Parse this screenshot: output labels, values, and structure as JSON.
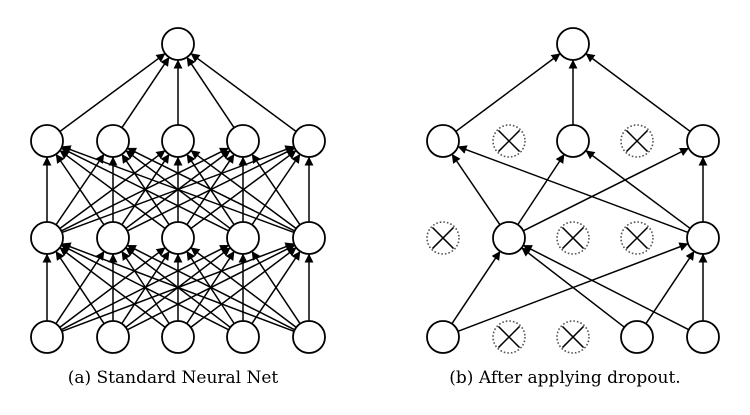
{
  "captions": {
    "standard": "(a) Standard Neural Net",
    "dropout": "(b) After applying dropout."
  },
  "networks": [
    {
      "id": "standard",
      "layers": [
        {
          "units": 5,
          "dropped": []
        },
        {
          "units": 5,
          "dropped": []
        },
        {
          "units": 5,
          "dropped": []
        },
        {
          "units": 1,
          "dropped": []
        }
      ],
      "connections": "full"
    },
    {
      "id": "dropout",
      "layers": [
        {
          "units": 5,
          "dropped": [
            1,
            2
          ]
        },
        {
          "units": 5,
          "dropped": [
            0,
            2,
            3
          ]
        },
        {
          "units": 5,
          "dropped": [
            1,
            3
          ]
        },
        {
          "units": 1,
          "dropped": []
        }
      ],
      "connections": "full-among-kept"
    }
  ],
  "colors": {
    "stroke": "#000000",
    "dropped_stroke": "#555555",
    "fill": "#ffffff"
  }
}
